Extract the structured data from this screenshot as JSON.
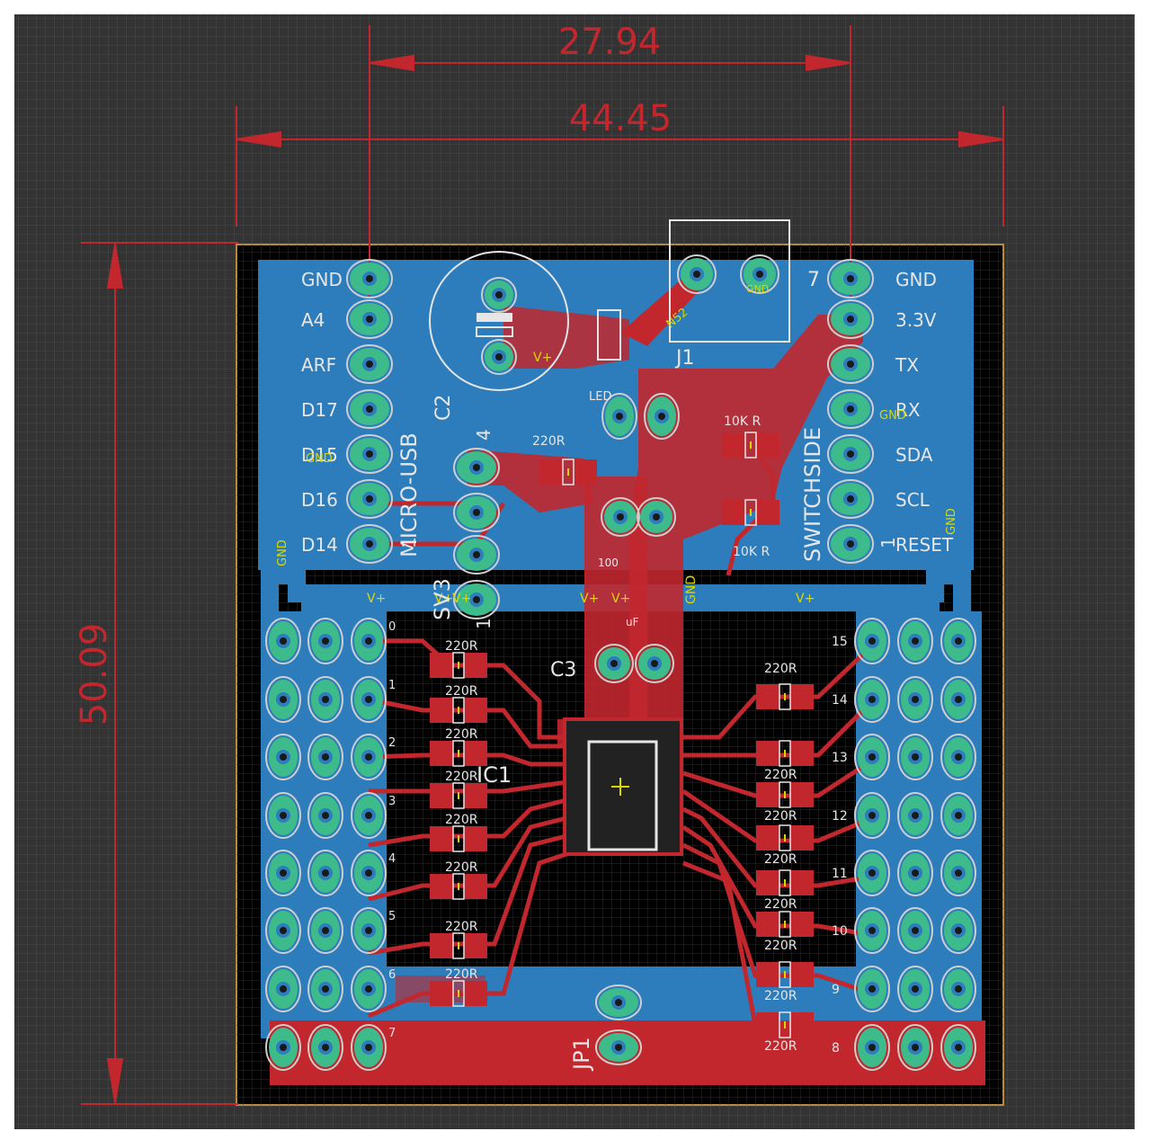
{
  "dimensions": {
    "width_top": "27.94",
    "width_bottom": "44.45",
    "height": "50.09"
  },
  "left_header_labels": [
    "GND",
    "A4",
    "ARF",
    "D17",
    "D15",
    "D16",
    "D14"
  ],
  "left_header_gnd_overlay": "GND",
  "right_header_labels": [
    "GND",
    "3.3V",
    "TX",
    "RX",
    "SDA",
    "SCL",
    "RESET"
  ],
  "right_header_gnd_overlay": "GND",
  "gnd_side_left": "GND",
  "gnd_side_right": "GND",
  "vertical_labels": {
    "micro_usb": "MICRO-USB",
    "switch_side": "SWITCHSIDE",
    "sv3": "SV3",
    "jp1": "JP1"
  },
  "part_labels": {
    "j1": "J1",
    "j1_pin1": "N52",
    "j1_pin2": "GND",
    "j1_pin_no": "7",
    "c2": "C2",
    "c3": "C3",
    "ic1": "IC1",
    "led": "LED",
    "r_led": "220R",
    "cap_100": "100",
    "cap_uf": "uF",
    "r_10k_top": "10K R",
    "r_10k_bottom": "10K R",
    "vplus_cap": "V+",
    "pin4": "4",
    "pin1_left": "1",
    "pin1_right": "1",
    "sv3_pin1": "1"
  },
  "rail_labels": [
    "V+",
    "V+",
    "V+",
    "V+",
    "V+",
    "GND",
    "V+"
  ],
  "left_channel_numbers": [
    "0",
    "1",
    "2",
    "3",
    "4",
    "5",
    "6",
    "7"
  ],
  "right_channel_numbers": [
    "15",
    "14",
    "13",
    "12",
    "11",
    "10",
    "9",
    "8"
  ],
  "resistor_label": "220R",
  "colors": {
    "background": "#333333",
    "board": "#000000",
    "copper_top": "#c1272d",
    "copper_bottom": "#2d7dbc",
    "pad": "#3dbb8a",
    "silk": "#e6e6e6",
    "dimension": "#c1272d",
    "label_yellow": "#d8d800"
  }
}
